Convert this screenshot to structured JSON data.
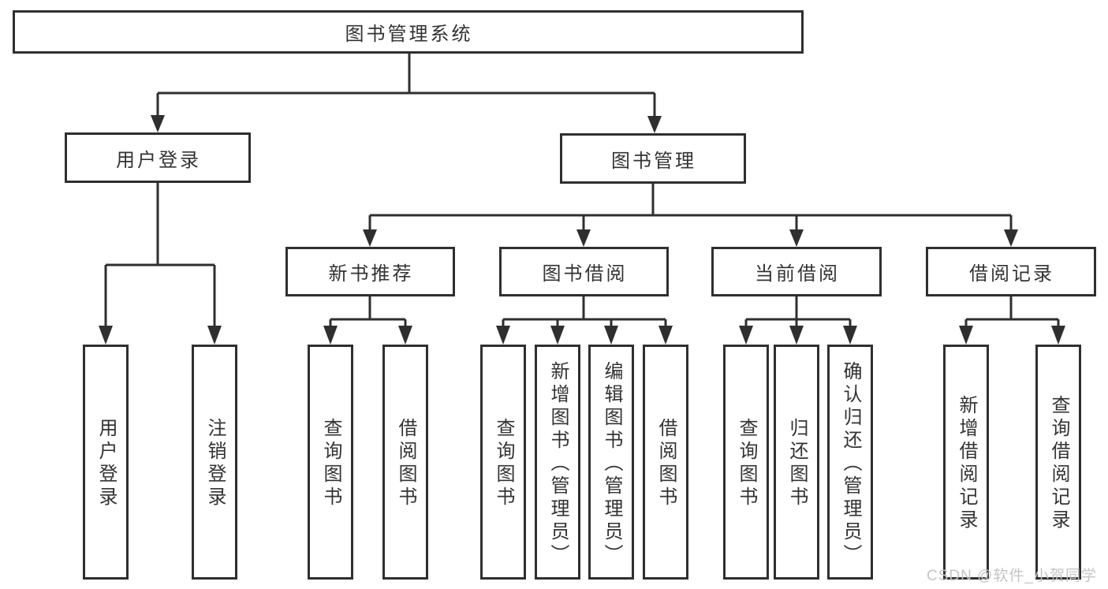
{
  "diagram": {
    "kind": "hierarchy-tree",
    "title": "图书管理系统",
    "colors": {
      "background": "#ffffff",
      "line": "#2f2f2f",
      "text": "#333333",
      "watermark": "#c5c5c5"
    },
    "watermark": "CSDN @软件_小贺同学"
  },
  "tree": {
    "label": "图书管理系统",
    "children": [
      {
        "label": "用户登录",
        "children": [
          {
            "label": "用户登录"
          },
          {
            "label": "注销登录"
          }
        ]
      },
      {
        "label": "图书管理",
        "children": [
          {
            "label": "新书推荐",
            "children": [
              {
                "label": "查询图书"
              },
              {
                "label": "借阅图书"
              }
            ]
          },
          {
            "label": "图书借阅",
            "children": [
              {
                "label": "查询图书"
              },
              {
                "label": "新增图书（管理员）"
              },
              {
                "label": "编辑图书（管理员）"
              },
              {
                "label": "借阅图书"
              }
            ]
          },
          {
            "label": "当前借阅",
            "children": [
              {
                "label": "查询图书"
              },
              {
                "label": "归还图书"
              },
              {
                "label": "确认归还（管理员）"
              }
            ]
          },
          {
            "label": "借阅记录",
            "children": [
              {
                "label": "新增借阅记录"
              },
              {
                "label": "查询借阅记录"
              }
            ]
          }
        ]
      }
    ]
  }
}
